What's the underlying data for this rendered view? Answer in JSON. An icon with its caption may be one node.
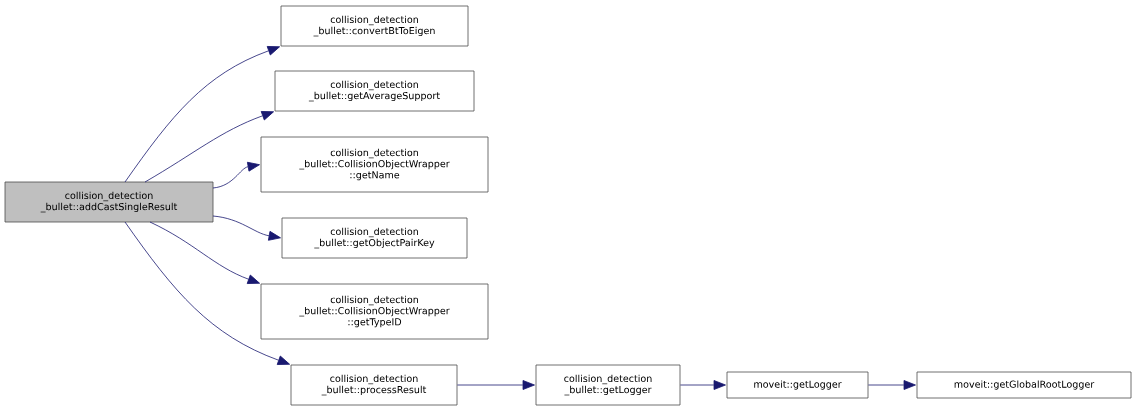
{
  "diagram": {
    "nodes": [
      {
        "text": [
          "collision_detection _bullet::addCastSingleResult"
        ]
      },
      {
        "text": [
          "collision_detection _bullet::convertBtToEigen"
        ]
      },
      {
        "text": [
          "collision_detection _bullet::getAverageSupport"
        ]
      },
      {
        "text": [
          "collision_detection _bullet::CollisionObjectWrapper ::getName"
        ]
      },
      {
        "text": [
          "collision_detection _bullet::getObjectPairKey"
        ]
      },
      {
        "text": [
          "collision_detection _bullet::CollisionObjectWrapper ::getTypeID"
        ]
      },
      {
        "text": [
          "collision_detection _bullet::processResult"
        ]
      },
      {
        "text": [
          "collision_detection _bullet::getLogger"
        ]
      },
      {
        "text": [
          "moveit::getLogger"
        ]
      },
      {
        "text": [
          "moveit::getGlobalRootLogger"
        ]
      }
    ],
    "edges": [
      {
        "from": 0,
        "to": 1,
        "arrow": "to"
      },
      {
        "from": 0,
        "to": 2,
        "arrow": "to"
      },
      {
        "from": 0,
        "to": 3,
        "arrow": "to"
      },
      {
        "from": 0,
        "to": 4,
        "arrow": "to"
      },
      {
        "from": 0,
        "to": 5,
        "arrow": "to"
      },
      {
        "from": 0,
        "to": 6,
        "arrow": "to"
      },
      {
        "from": 6,
        "to": 7,
        "arrow": "to"
      },
      {
        "from": 7,
        "to": 8,
        "arrow": "to"
      },
      {
        "from": 8,
        "to": 9,
        "arrow": "to"
      }
    ]
  }
}
